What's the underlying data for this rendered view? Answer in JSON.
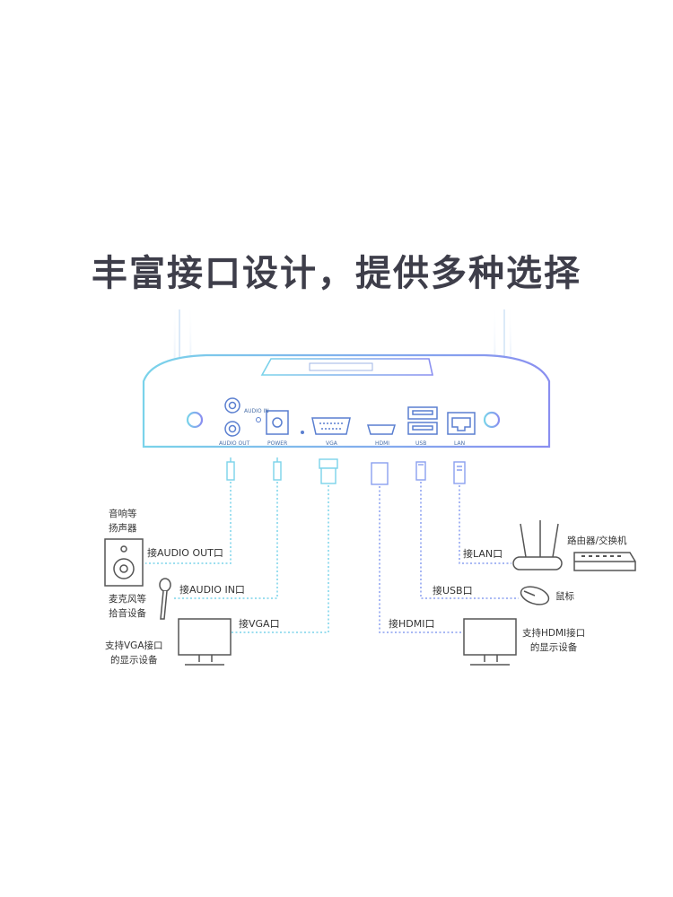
{
  "headline": "丰富接口设计，提供多种选择",
  "device": {
    "port_labels": {
      "audio_in": "AUDIO IN",
      "audio_out": "AUDIO OUT",
      "power": "POWER",
      "vga": "VGA",
      "hdmi": "HDMI",
      "usb": "USB",
      "lan": "LAN"
    }
  },
  "connections": {
    "audio_out": "接AUDIO OUT口",
    "audio_in": "接AUDIO IN口",
    "vga": "接VGA口",
    "hdmi": "接HDMI口",
    "usb": "接USB口",
    "lan": "接LAN口"
  },
  "peripherals": {
    "speaker": "音响等\n扬声器",
    "microphone": "麦克风等\n拾音设备",
    "vga_display": "支持VGA接口\n的显示设备",
    "hdmi_display": "支持HDMI接口\n的显示设备",
    "mouse": "鼠标",
    "router": "路由器/交换机"
  },
  "colors": {
    "headline": "#3e3e4a",
    "line_left": "#7ad3ea",
    "line_right": "#8a8ff0",
    "device_stroke": "#5a7fd0"
  }
}
